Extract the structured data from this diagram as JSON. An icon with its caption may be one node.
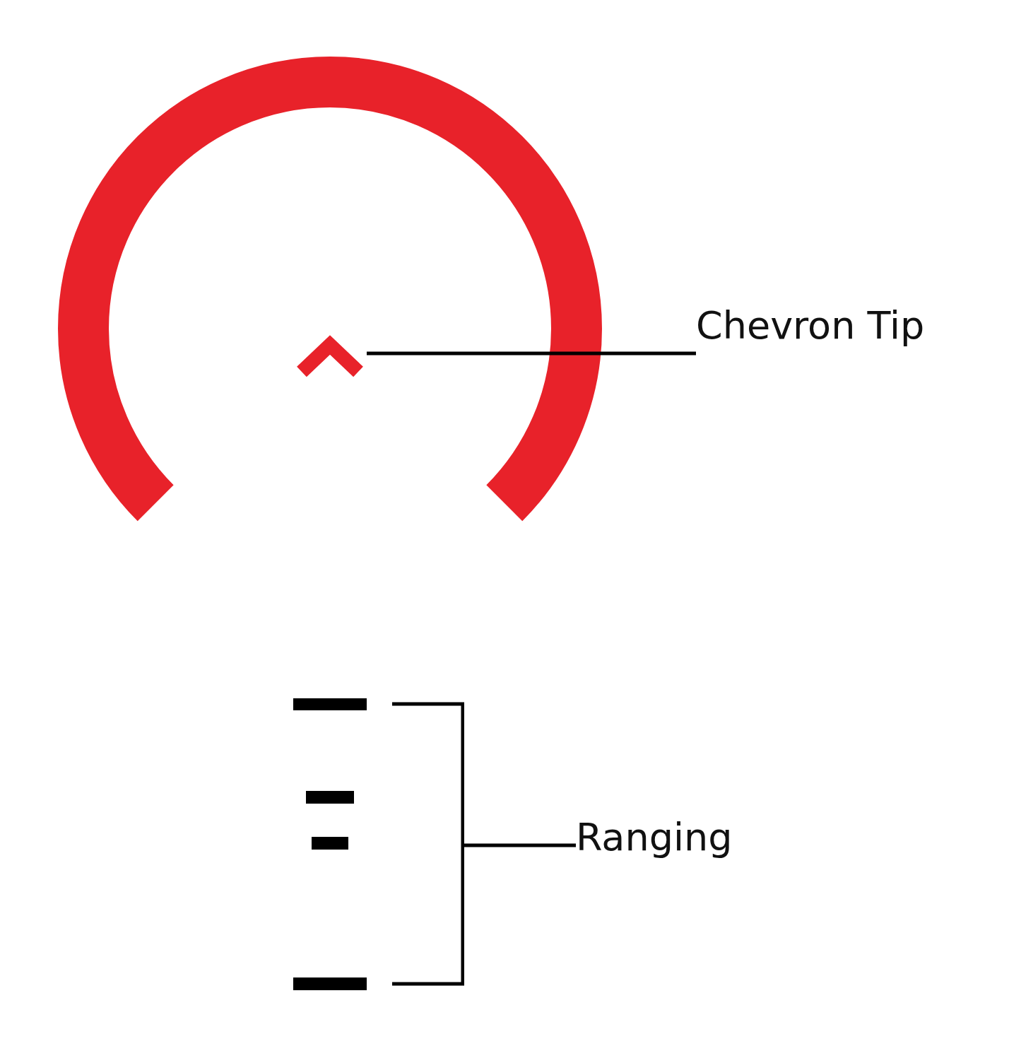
{
  "diagram": {
    "nodes": [
      {
        "text": [
          "Chevron Tip"
        ]
      },
      {
        "text": [],
        "shape": "chevron"
      },
      {
        "text": [
          "Ranging"
        ]
      },
      {
        "text": [],
        "shape": "bar"
      }
    ],
    "edges": [
      {
        "from": 0,
        "to": 1,
        "arrow": "none"
      },
      {
        "from": 2,
        "to": 3,
        "arrow": "none"
      }
    ]
  }
}
